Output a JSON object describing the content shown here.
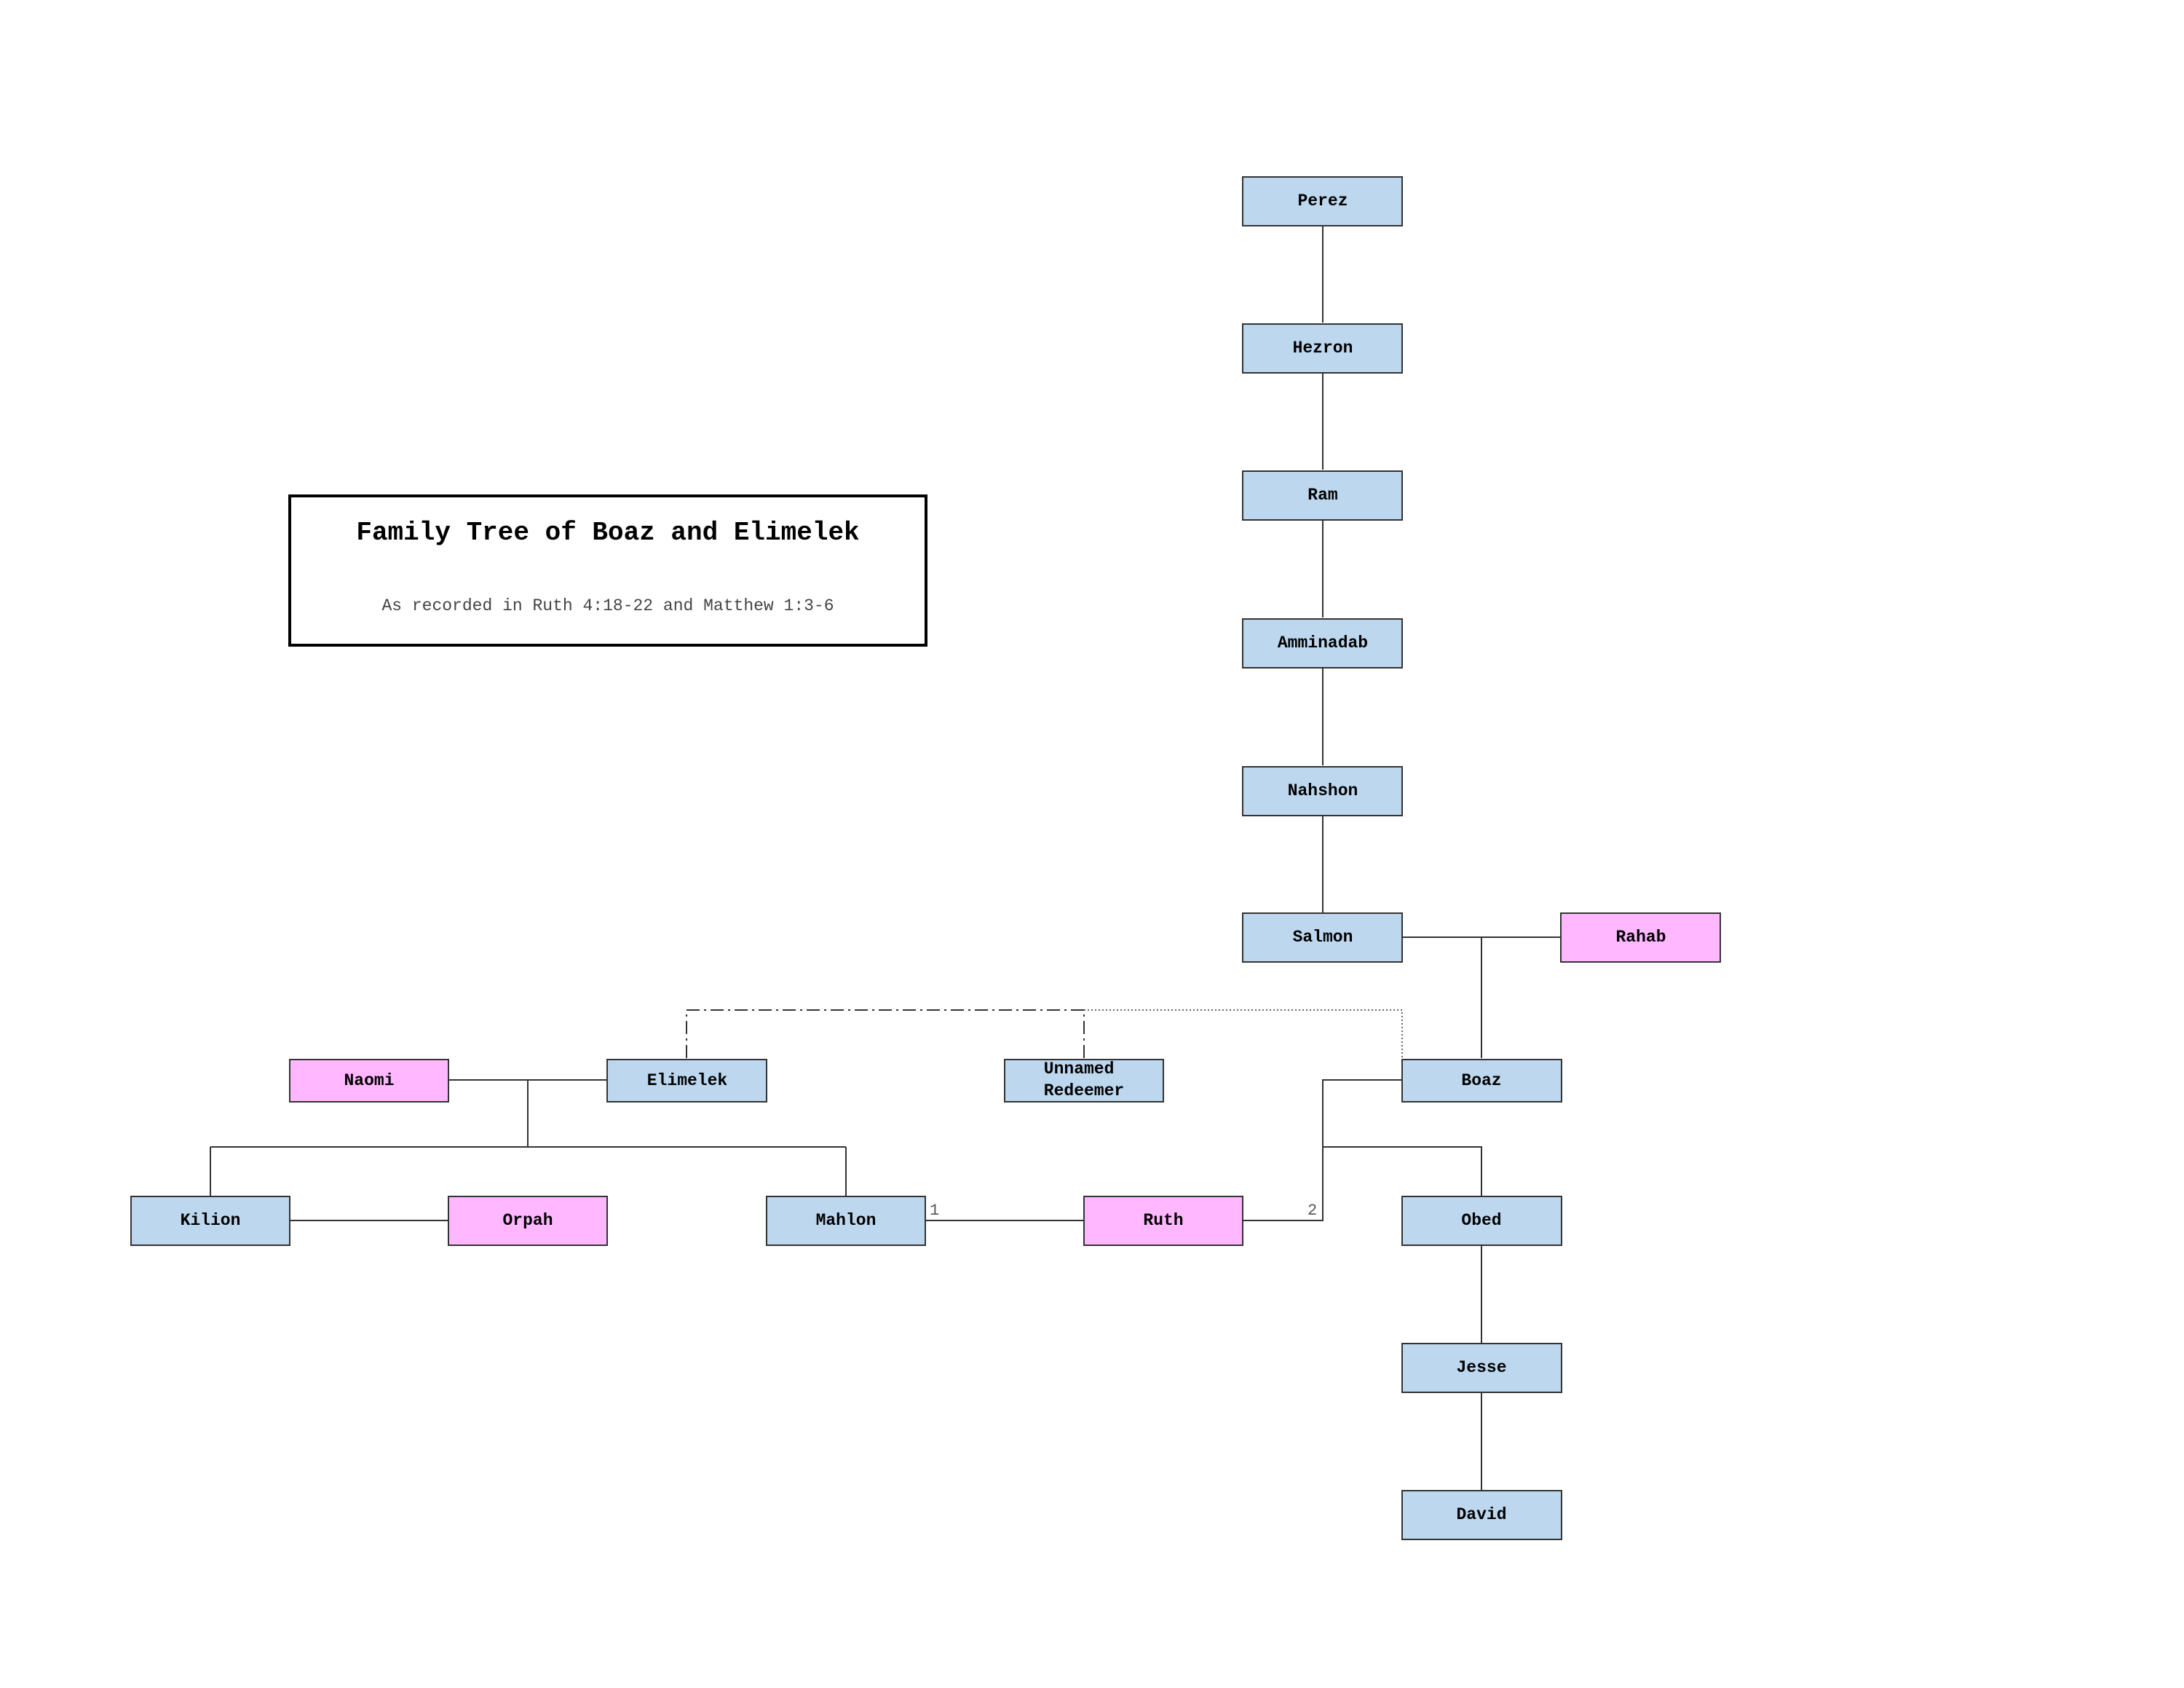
{
  "title": "Family Tree of Boaz and Elimelek",
  "subtitle": "As recorded in Ruth 4:18-22 and Matthew 1:3-6",
  "colors": {
    "male_fill": "#bdd7ee",
    "female_fill": "#ffb7ff",
    "node_stroke": "#333333",
    "line": "#333333"
  },
  "people": [
    {
      "id": "perez",
      "name": "Perez",
      "gender": "male"
    },
    {
      "id": "hezron",
      "name": "Hezron",
      "gender": "male"
    },
    {
      "id": "ram",
      "name": "Ram",
      "gender": "male"
    },
    {
      "id": "amminadab",
      "name": "Amminadab",
      "gender": "male"
    },
    {
      "id": "nahshon",
      "name": "Nahshon",
      "gender": "male"
    },
    {
      "id": "salmon",
      "name": "Salmon",
      "gender": "male"
    },
    {
      "id": "rahab",
      "name": "Rahab",
      "gender": "female"
    },
    {
      "id": "boaz",
      "name": "Boaz",
      "gender": "male"
    },
    {
      "id": "naomi",
      "name": "Naomi",
      "gender": "female"
    },
    {
      "id": "elimelek",
      "name": "Elimelek",
      "gender": "male"
    },
    {
      "id": "redeemer",
      "name": "Unnamed Redeemer",
      "gender": "male"
    },
    {
      "id": "kilion",
      "name": "Kilion",
      "gender": "male"
    },
    {
      "id": "orpah",
      "name": "Orpah",
      "gender": "female"
    },
    {
      "id": "mahlon",
      "name": "Mahlon",
      "gender": "male"
    },
    {
      "id": "ruth",
      "name": "Ruth",
      "gender": "female"
    },
    {
      "id": "obed",
      "name": "Obed",
      "gender": "male"
    },
    {
      "id": "jesse",
      "name": "Jesse",
      "gender": "male"
    },
    {
      "id": "david",
      "name": "David",
      "gender": "male"
    }
  ],
  "parent_child": [
    {
      "parent": "perez",
      "child": "hezron"
    },
    {
      "parent": "hezron",
      "child": "ram"
    },
    {
      "parent": "ram",
      "child": "amminadab"
    },
    {
      "parent": "amminadab",
      "child": "nahshon"
    },
    {
      "parent": "nahshon",
      "child": "salmon"
    },
    {
      "parents": [
        "salmon",
        "rahab"
      ],
      "child": "boaz"
    },
    {
      "parents": [
        "naomi",
        "elimelek"
      ],
      "child": "kilion"
    },
    {
      "parents": [
        "naomi",
        "elimelek"
      ],
      "child": "mahlon"
    },
    {
      "parents": [
        "boaz",
        "ruth"
      ],
      "child": "obed"
    },
    {
      "parent": "obed",
      "child": "jesse"
    },
    {
      "parent": "jesse",
      "child": "david"
    }
  ],
  "marriages": [
    {
      "a": "salmon",
      "b": "rahab"
    },
    {
      "a": "naomi",
      "b": "elimelek"
    },
    {
      "a": "kilion",
      "b": "orpah"
    },
    {
      "a": "mahlon",
      "b": "ruth",
      "order": "1"
    },
    {
      "a": "ruth",
      "b": "boaz",
      "order": "2"
    }
  ],
  "kinship_links": [
    {
      "a": "elimelek",
      "b": "redeemer",
      "style": "dash-dot"
    },
    {
      "a": "redeemer",
      "b": "boaz",
      "style": "dotted"
    }
  ]
}
